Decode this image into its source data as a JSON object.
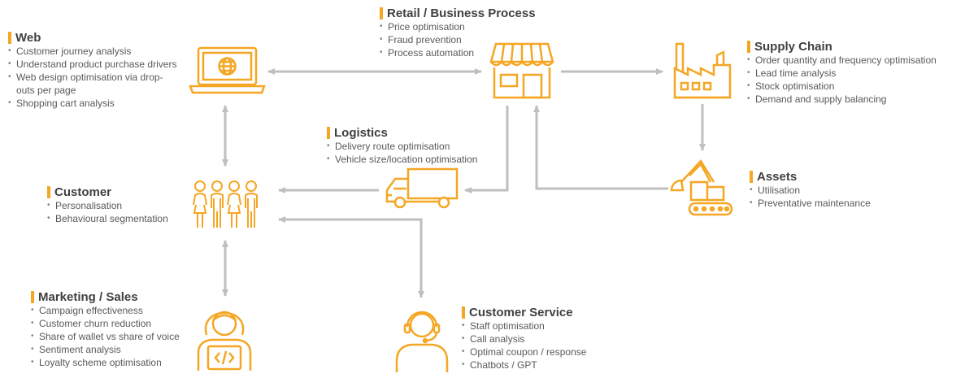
{
  "colors": {
    "accent": "#f5a623",
    "arrow": "#bfbfbf",
    "text": "#595959",
    "title": "#404040"
  },
  "sections": {
    "retail": {
      "title": "Retail / Business Process",
      "icon": "shop-icon",
      "items": [
        "Price optimisation",
        "Fraud prevention",
        "Process automation"
      ]
    },
    "web": {
      "title": "Web",
      "icon": "laptop-globe-icon",
      "items": [
        "Customer journey analysis",
        "Understand product purchase drivers",
        "Web design optimisation via drop-",
        "outs per page",
        "Shopping cart analysis"
      ]
    },
    "supply": {
      "title": "Supply Chain",
      "icon": "factory-icon",
      "items": [
        "Order quantity and frequency optimisation",
        "Lead time analysis",
        "Stock optimisation",
        "Demand and supply balancing"
      ]
    },
    "logistics": {
      "title": "Logistics",
      "icon": "truck-icon",
      "items": [
        "Delivery route optimisation",
        "Vehicle size/location optimisation"
      ]
    },
    "customer": {
      "title": "Customer",
      "icon": "people-group-icon",
      "items": [
        "Personalisation",
        "Behavioural segmentation"
      ]
    },
    "assets": {
      "title": "Assets",
      "icon": "excavator-icon",
      "items": [
        "Utilisation",
        "Preventative maintenance"
      ]
    },
    "marketing": {
      "title": "Marketing / Sales",
      "icon": "coder-icon",
      "items": [
        "Campaign effectiveness",
        "Customer churn reduction",
        "Share of wallet vs share of voice",
        "Sentiment analysis",
        "Loyalty scheme optimisation"
      ]
    },
    "service": {
      "title": "Customer Service",
      "icon": "headset-agent-icon",
      "items": [
        "Staff optimisation",
        "Call analysis",
        "Optimal coupon / response",
        "Chatbots / GPT"
      ]
    }
  }
}
